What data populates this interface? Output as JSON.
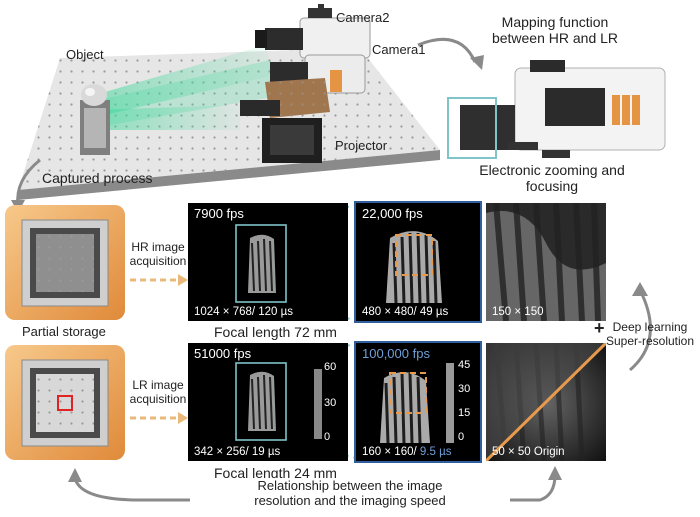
{
  "setup": {
    "object_label": "Object",
    "camera2_label": "Camera2",
    "camera1_label": "Camera1",
    "projector_label": "Projector",
    "captured_label": "Captured process"
  },
  "mapping": {
    "line1": "Mapping function",
    "line2": "between HR and LR",
    "zoom_line1": "Electronic zooming and",
    "zoom_line2": "focusing"
  },
  "hr_row": {
    "sensor_caption": "Partial storage",
    "acq_line1": "HR image",
    "acq_line2": "acquisition",
    "panel1_fps": "7900 fps",
    "panel1_res": "1024 × 768/ 120 µs",
    "panel2_fps": "22,000 fps",
    "panel2_res": "480 × 480/ 49 µs",
    "panel3_res": "150 × 150",
    "focal": "Focal length 72 mm"
  },
  "lr_row": {
    "acq_line1": "LR image",
    "acq_line2": "acquisition",
    "panel1_fps": "51000 fps",
    "panel1_res": "342 × 256/ 19 µs",
    "panel2_fps": "100,000 fps",
    "panel2_res_a": "160 × 160/",
    "panel2_res_b": " 9.5 µs",
    "panel3_res": "50 × 50 Origin",
    "focal": "Focal length 24 mm",
    "colorbar1": [
      "60",
      "30",
      "0"
    ],
    "colorbar2": [
      "45",
      "30",
      "15",
      "0"
    ]
  },
  "deep_learning": {
    "plus": "+",
    "line1": "Deep learning",
    "line2": "Super-resolution"
  },
  "relationship": {
    "line1": "Relationship between the image",
    "line2": "resolution and the imaging speed"
  },
  "colors": {
    "accent_orange": "#e89a4c",
    "frame_blue": "#2f5f9e",
    "zoom_cyan": "#7ec4c9",
    "beam_green": "#3fd79a",
    "highlight_blue": "#6f9fd8"
  }
}
